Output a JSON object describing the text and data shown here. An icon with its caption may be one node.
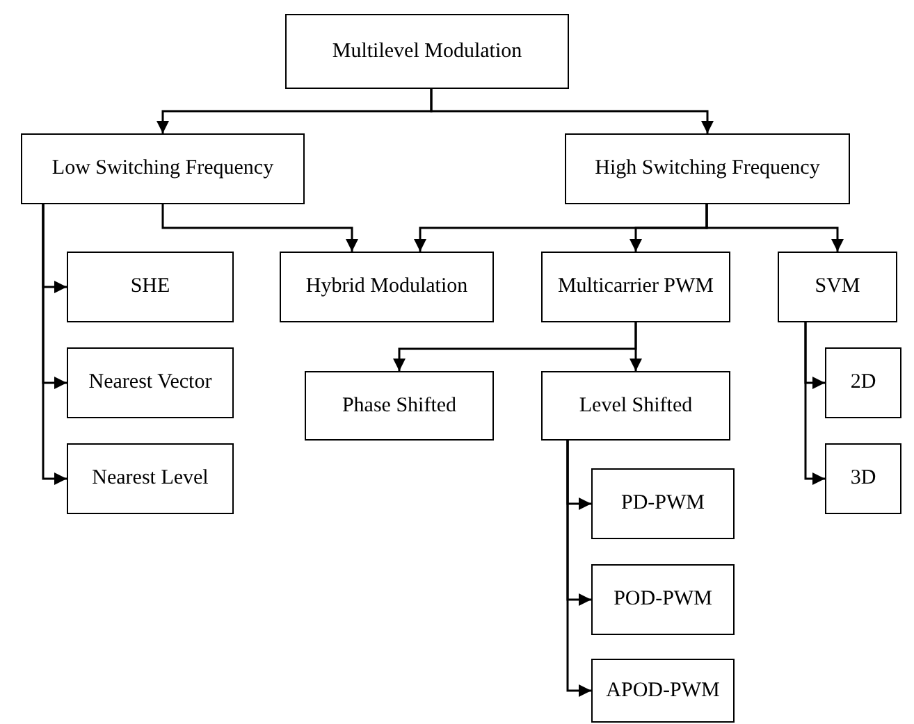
{
  "diagram": {
    "nodes": [
      {
        "text": [
          "Multilevel Modulation"
        ]
      },
      {
        "text": [
          "Low Switching Frequency"
        ]
      },
      {
        "text": [
          "High Switching Frequency"
        ]
      },
      {
        "text": [
          "SHE"
        ]
      },
      {
        "text": [
          "Nearest Vector"
        ]
      },
      {
        "text": [
          "Nearest Level"
        ]
      },
      {
        "text": [
          "Hybrid Modulation"
        ]
      },
      {
        "text": [
          "Multicarrier PWM"
        ]
      },
      {
        "text": [
          "SVM"
        ]
      },
      {
        "text": [
          "Phase Shifted"
        ]
      },
      {
        "text": [
          "Level Shifted"
        ]
      },
      {
        "text": [
          "2D"
        ]
      },
      {
        "text": [
          "3D"
        ]
      },
      {
        "text": [
          "PD-PWM"
        ]
      },
      {
        "text": [
          "POD-PWM"
        ]
      },
      {
        "text": [
          "APOD-PWM"
        ]
      }
    ],
    "edges": [
      {
        "from": 0,
        "to": 1,
        "arrow": "to"
      },
      {
        "from": 0,
        "to": 2,
        "arrow": "to"
      },
      {
        "from": 1,
        "to": 3,
        "arrow": "to"
      },
      {
        "from": 1,
        "to": 4,
        "arrow": "to"
      },
      {
        "from": 1,
        "to": 5,
        "arrow": "to"
      },
      {
        "from": 1,
        "to": 6,
        "arrow": "to"
      },
      {
        "from": 2,
        "to": 6,
        "arrow": "to"
      },
      {
        "from": 2,
        "to": 7,
        "arrow": "to"
      },
      {
        "from": 2,
        "to": 8,
        "arrow": "to"
      },
      {
        "from": 7,
        "to": 9,
        "arrow": "to"
      },
      {
        "from": 7,
        "to": 10,
        "arrow": "to"
      },
      {
        "from": 8,
        "to": 11,
        "arrow": "to"
      },
      {
        "from": 8,
        "to": 12,
        "arrow": "to"
      },
      {
        "from": 10,
        "to": 13,
        "arrow": "to"
      },
      {
        "from": 10,
        "to": 14,
        "arrow": "to"
      },
      {
        "from": 10,
        "to": 15,
        "arrow": "to"
      }
    ]
  }
}
